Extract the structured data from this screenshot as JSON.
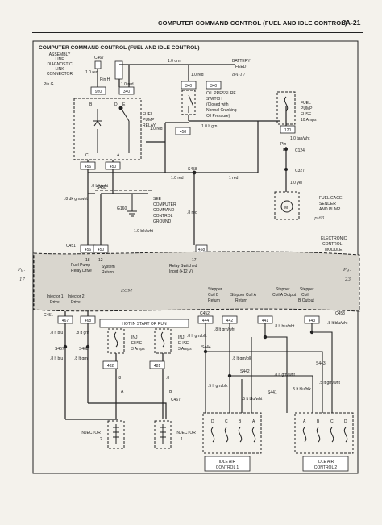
{
  "page": {
    "header_title": "COMPUTER COMMAND CONTROL (FUEL AND IDLE CONTROL)",
    "page_number": "8A-21",
    "diagram_title": "COMPUTER COMMAND CONTROL (FUEL AND IDLE CONTROL)"
  },
  "connectors": {
    "aldl": [
      "ASSEMBLY",
      "LINE",
      "DIAGNOSTIC",
      "LINK",
      "CONNECTOR"
    ],
    "pin_g": "Pin G",
    "c467": "C467",
    "pin_h": "Pin H",
    "c451": "C451",
    "c452": "C452",
    "c453": "C453",
    "c124": "C124",
    "c327": "C327",
    "pin": "Pin",
    "pin_l": "L",
    "pin_a": "A",
    "pin_b": "B"
  },
  "relay": {
    "label": [
      "FUEL",
      "PUMP",
      "RELAY"
    ],
    "pins": [
      "B",
      "D",
      "E",
      "C",
      "A"
    ]
  },
  "battery": [
    "BATTERY",
    "FEED"
  ],
  "oil_switch": {
    "label": [
      "OIL PRESSURE",
      "SWITCH",
      "(Closed with",
      "Normal Cranking",
      "Oil Pressure)"
    ]
  },
  "pump_fuse": {
    "label": [
      "FUEL",
      "PUMP",
      "FUSE",
      "10 Amps"
    ]
  },
  "gage": {
    "label": [
      "FUEL GAGE",
      "SENDER",
      "AND PUMP"
    ]
  },
  "ground": {
    "label": [
      "SEE",
      "COMPUTER",
      "COMMAND",
      "CONTROL",
      "GROUND"
    ],
    "g160": "G160"
  },
  "ecm": {
    "label": [
      "ELECTRONIC",
      "CONTROL",
      "MODULE"
    ],
    "tag": "ECM",
    "pin18": "18",
    "pin12": "12",
    "pin17": "17",
    "fuel_pump_relay_drive": [
      "Fuel Pump",
      "Relay Drive"
    ],
    "system_return": [
      "System",
      "Return"
    ],
    "relay_switched": [
      "Relay Switched",
      "Input (+12 V)"
    ],
    "injector_1": [
      "Injector 1",
      "Drive"
    ],
    "injector_2": [
      "Injector 2",
      "Drive"
    ],
    "coil_b_return": [
      "Stepper",
      "Coil B",
      "Return"
    ],
    "coil_a_return": [
      "Stepper Coil A",
      "Return"
    ],
    "coil_a_output": [
      "Stepper",
      "Coil A Output"
    ],
    "coil_b_output": [
      "Stepper",
      "Coil",
      "B Output"
    ]
  },
  "hot_box": "HOT IN START OR RUN",
  "inj_fuses": [
    {
      "label": [
        "INJ",
        "FUSE",
        "3 Amps"
      ],
      "circuit": "482"
    },
    {
      "label": [
        "INJ",
        "FUSE",
        "3 Amps"
      ],
      "circuit": "481"
    }
  ],
  "injectors": [
    "INJECTOR",
    "INJECTOR"
  ],
  "injector_nums": [
    "2",
    "1"
  ],
  "iac": [
    {
      "label": [
        "IDLE AIR",
        "CONTROL 1"
      ],
      "pins": [
        "D",
        "C",
        "B",
        "A"
      ]
    },
    {
      "label": [
        "IDLE AIR",
        "CONTROL 2"
      ],
      "pins": [
        "A",
        "B",
        "C",
        "D"
      ]
    }
  ],
  "circuits": [
    "920",
    "340",
    "340",
    "458",
    "120",
    "456",
    "450",
    "450",
    "458",
    "467",
    "468",
    "444",
    "442",
    "441",
    "443"
  ],
  "splices": [
    "S458",
    "S450",
    "S467",
    "S468",
    "S444",
    "S443",
    "S442",
    "S441"
  ],
  "wires": {
    "w_10_orn": "1.0 orn",
    "w_10_red": "1.0 red",
    "w_1_red": "1 red",
    "w_10_ltgrn": "1.0 lt grn",
    "w_10_tanwht": "1.0 tan/wht",
    "w_10_yel": "1.0 yel",
    "w_8_blkwht": ".8 blk/wht",
    "w_8_dkgrnwht": ".8 dk grn/wht",
    "w_8_ltblu": ".8 lt blu",
    "w_8_ltgrn": ".8 lt grn",
    "w_8_red": ".8 red",
    "w_8_ltgrnblk": ".8 lt grn/blk",
    "w_8_ltgrnwht": ".8 lt grn/wht",
    "w_8_ltblublk": ".8 lt blu/blk",
    "w_8_ltbluwht": ".8 lt blu/wht",
    "w_5_ltgrnblk": ".5 lt grn/blk",
    "w_5_ltbluwht": ".5 lt blu/wht",
    "w_5_ltgrnwht": ".5 lt grn/wht",
    "w_5_ltblublk": ".5 lt blu/blk",
    "w_8_blkwht_b": ".8 blk/wht",
    "w_1_blkwht": "1.0 blk/wht",
    "w_8_ltgrn_b": ".8 lt grn",
    "w_8_ltblu_b": ".8 lt blu",
    "w_8_ltbluwht_b": ".8 lt blu/wht"
  },
  "annotations": {
    "ba": "8A-17",
    "pg_left": [
      "Pg.",
      "17"
    ],
    "pg_right": [
      "Pg.",
      "23"
    ],
    "p63": "p.63"
  }
}
